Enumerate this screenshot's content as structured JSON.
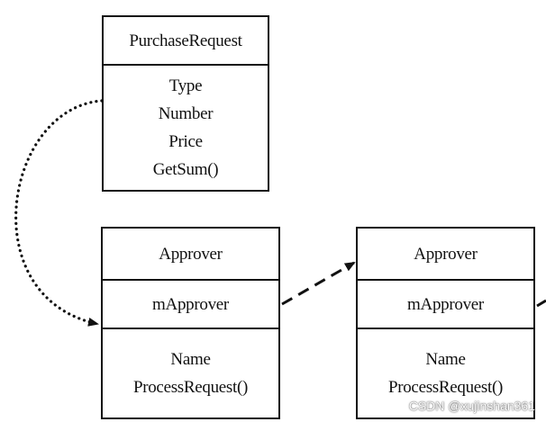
{
  "classes": {
    "purchase_request": {
      "name": "PurchaseRequest",
      "members": [
        "Type",
        "Number",
        "Price",
        "GetSum()"
      ]
    },
    "approver_1": {
      "name": "Approver",
      "field": "mApprover",
      "members": [
        "Name",
        "ProcessRequest()"
      ]
    },
    "approver_2": {
      "name": "Approver",
      "field": "mApprover",
      "members": [
        "Name",
        "ProcessRequest()"
      ]
    }
  },
  "watermark": "CSDN @xujinshan361",
  "colors": {
    "line": "#111111",
    "background": "#ffffff"
  }
}
